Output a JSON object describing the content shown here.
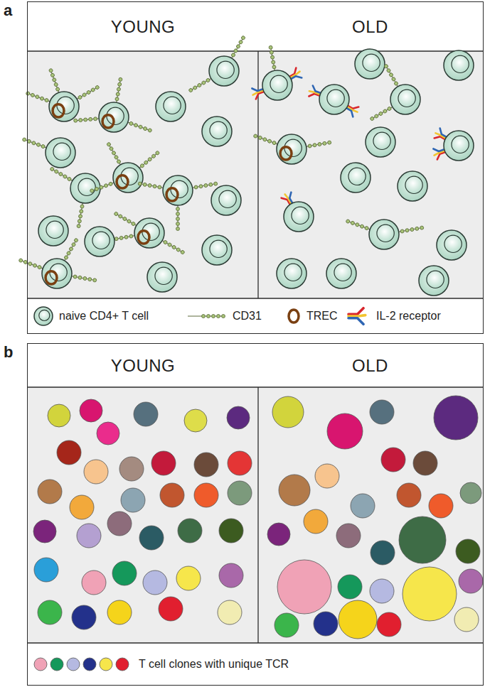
{
  "diagram": {
    "nodes": [
      {
        "text": [
          "a"
        ]
      },
      {
        "text": [
          "YOUNG"
        ],
        "in": 0
      },
      {
        "text": [
          "OLD"
        ],
        "in": 0
      },
      {
        "text": [
          "b"
        ]
      },
      {
        "text": [
          "YOUNG"
        ],
        "in": 3
      },
      {
        "text": [
          "OLD"
        ],
        "in": 3
      }
    ],
    "legend": [
      {
        "text": "naive CD4+ T cell"
      },
      {
        "text": "CD31"
      },
      {
        "text": "TREC"
      },
      {
        "text": "IL-2 receptor"
      },
      {
        "text": "T cell clones with unique TCR"
      }
    ]
  }
}
